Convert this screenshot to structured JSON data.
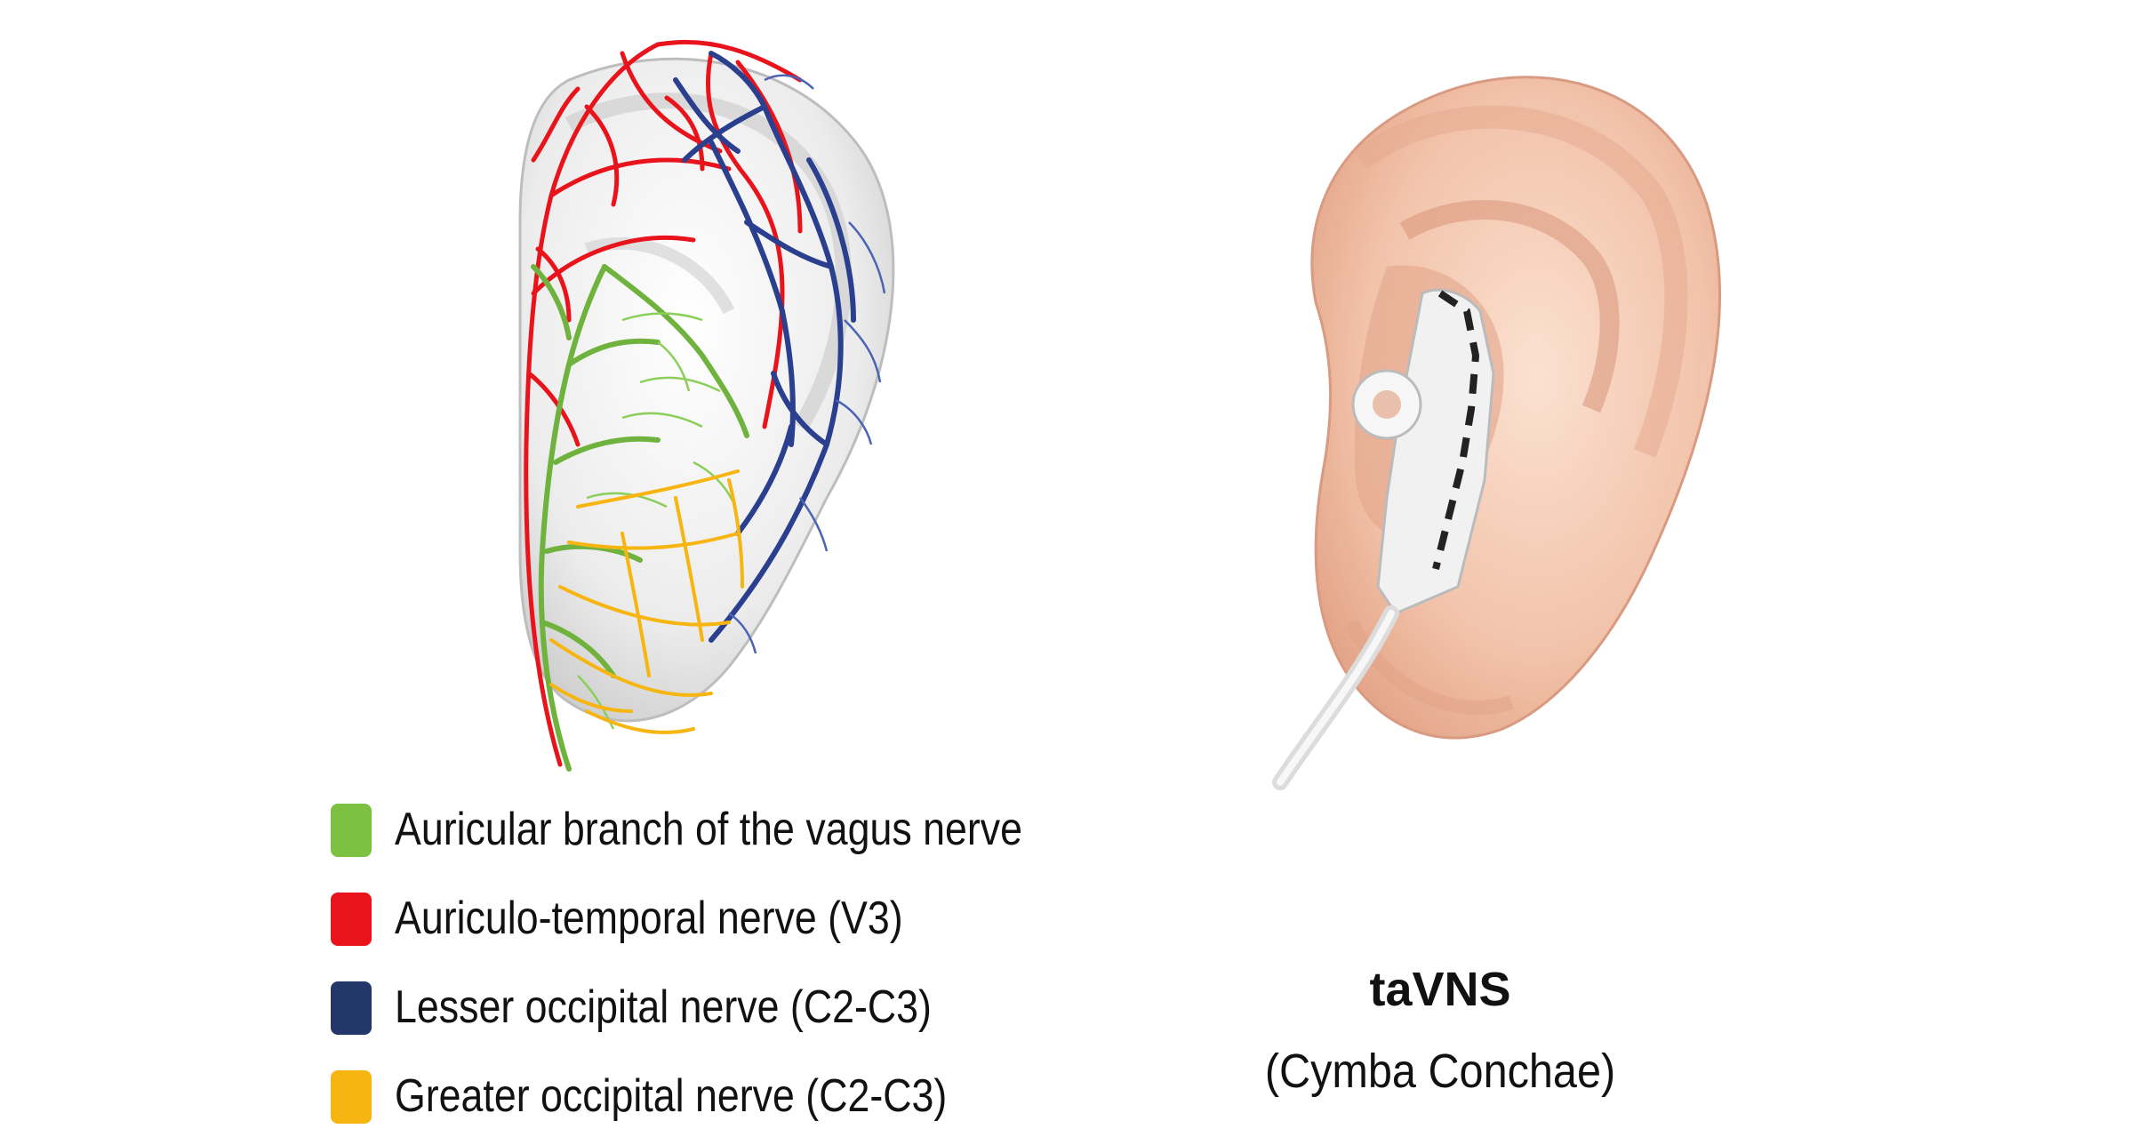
{
  "legend": [
    {
      "label": "Auricular branch of the vagus nerve",
      "color": "#7cc142"
    },
    {
      "label": "Auriculo-temporal nerve (V3)",
      "color": "#e8131b"
    },
    {
      "label": "Lesser occipital nerve (C2-C3)",
      "color": "#233868"
    },
    {
      "label": "Greater occipital nerve (C2-C3)",
      "color": "#f7b512"
    }
  ],
  "caption": {
    "title": "taVNS",
    "subtitle": "(Cymba Conchae)"
  },
  "colors": {
    "skin": "#f3c8b1",
    "skin_shadow": "#d99a82",
    "ear_gray": "#dcdcdc",
    "device": "#f1f1f1"
  }
}
